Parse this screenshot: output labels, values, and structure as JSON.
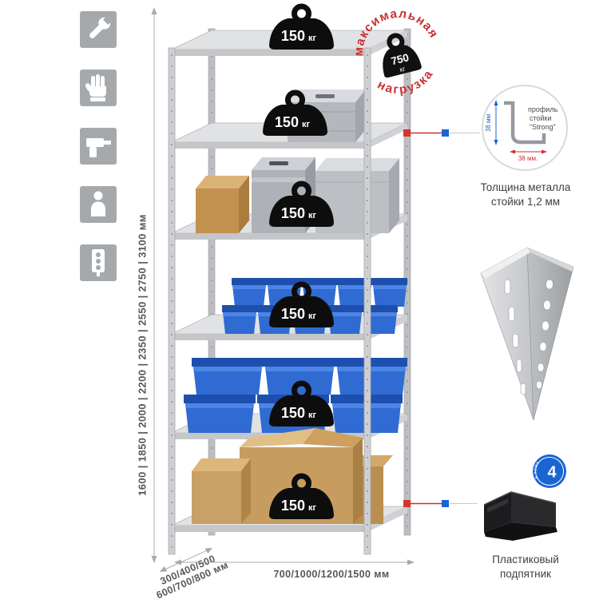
{
  "accent_colors": {
    "red": "#cb3034",
    "blue": "#1a64d4"
  },
  "left_toolbar": {
    "icons": [
      "wrench",
      "gloves",
      "drill",
      "person",
      "power-strip"
    ]
  },
  "dimensions": {
    "height": "1600 | 1850 | 2000 | 2200 | 2350 | 2550 | 2750 | 3100 мм",
    "depth_line1": "300/400/500",
    "depth_line2": "600/700/800 мм",
    "width": "700/1000/1200/1500 мм"
  },
  "shelf_load": {
    "value": "150",
    "unit": "кг"
  },
  "stamp": {
    "top": "максимальная",
    "bottom": "нагрузка",
    "value": "750",
    "unit": "кг"
  },
  "profile_callout": {
    "dim_vertical": "38 мм",
    "dim_horizontal": "38 мм.",
    "label_line1": "профиль",
    "label_line2": "стойки",
    "label_line3": "“Strong”",
    "caption_line1": "Толщина металла",
    "caption_line2": "стойки 1,2 мм"
  },
  "foot_callout": {
    "badge_value": "4",
    "badge_text": "в комплекте",
    "caption_line1": "Пластиковый",
    "caption_line2": "подпятник"
  }
}
